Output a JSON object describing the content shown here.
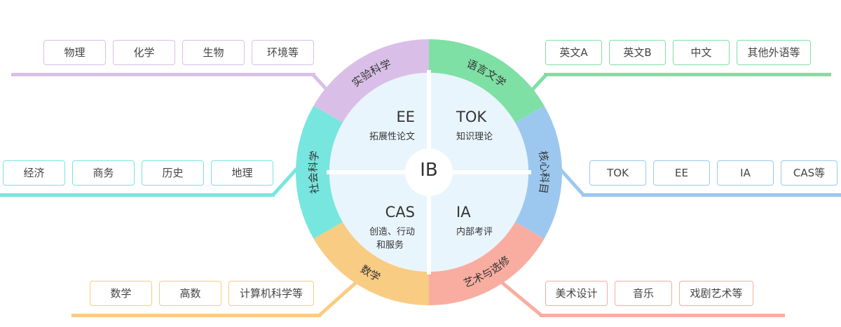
{
  "colors": {
    "lit": "#d9bfe8",
    "lang": "#7ee0a4",
    "core": "#9cc8ef",
    "arts": "#f8ada0",
    "math": "#f8cc82",
    "social": "#77e6de",
    "inner": "#e9f5fd"
  },
  "center": {
    "label": "IB"
  },
  "quadrants": [
    {
      "key": "ee",
      "code": "EE",
      "desc": "拓展性论文"
    },
    {
      "key": "tok",
      "code": "TOK",
      "desc": "知识理论"
    },
    {
      "key": "cas",
      "code": "CAS",
      "desc": "创造、行动",
      "desc2": "和服务"
    },
    {
      "key": "ia",
      "code": "IA",
      "desc": "内部考评"
    }
  ],
  "segments": [
    {
      "key": "science",
      "label": "实验科学",
      "color": "#d9bfe8"
    },
    {
      "key": "language",
      "label": "语言文学",
      "color": "#7ee0a4"
    },
    {
      "key": "core",
      "label": "核心科目",
      "color": "#9cc8ef"
    },
    {
      "key": "arts",
      "label": "艺术与选修",
      "color": "#f8ada0"
    },
    {
      "key": "math",
      "label": "数学",
      "color": "#f8cc82"
    },
    {
      "key": "social",
      "label": "社会科学",
      "color": "#77e6de"
    }
  ],
  "groups": {
    "science": [
      "物理",
      "化学",
      "生物",
      "环境等"
    ],
    "language": [
      "英文A",
      "英文B",
      "中文",
      "其他外语等"
    ],
    "social": [
      "经济",
      "商务",
      "历史",
      "地理"
    ],
    "core": [
      "TOK",
      "EE",
      "IA",
      "CAS等"
    ],
    "math": [
      "数学",
      "高数",
      "计算机科学等"
    ],
    "arts": [
      "美术设计",
      "音乐",
      "戏剧艺术等"
    ]
  }
}
